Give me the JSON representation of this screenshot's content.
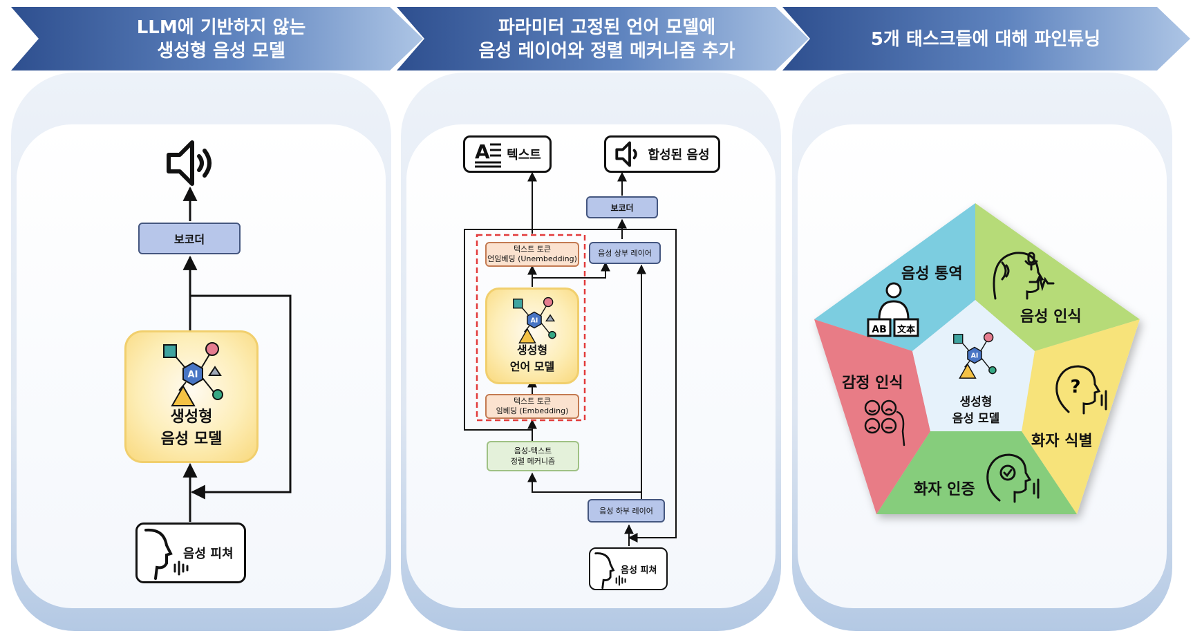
{
  "steps": [
    {
      "line1": "LLM에 기반하지 않는",
      "line2": "생성형 음성 모델"
    },
    {
      "line1": "파라미터 고정된 언어 모델에",
      "line2": "음성 레이어와 정렬 메커니즘 추가"
    },
    {
      "line1": "5개 태스크들에 대해 파인튜닝",
      "line2": ""
    }
  ],
  "panel1": {
    "vocoder": "보코더",
    "model_line1": "생성형",
    "model_line2": "음성 모델",
    "input": "음성 피쳐"
  },
  "panel2": {
    "text_output": "텍스트",
    "speech_output": "합성된 음성",
    "vocoder": "보코더",
    "unembed_line1": "텍스트 토큰",
    "unembed_line2": "언임베딩 (Unembedding)",
    "upper_layer": "음성 상부 레이어",
    "llm_line1": "생성형",
    "llm_line2": "언어 모델",
    "embed_line1": "텍스트 토큰",
    "embed_line2": "임베딩 (Embedding)",
    "align_line1": "음성-텍스트",
    "align_line2": "정렬 메커니즘",
    "lower_layer": "음성 하부 레이어",
    "input": "음성 피쳐",
    "text_icon_letter": "A"
  },
  "panel3": {
    "center_line1": "생성형",
    "center_line2": "음성 모델",
    "tasks": [
      {
        "label": "음성 통역",
        "color": "#7ccde0"
      },
      {
        "label": "음성 인식",
        "color": "#b6db78"
      },
      {
        "label": "화자 식별",
        "color": "#f7e37a"
      },
      {
        "label": "화자 인증",
        "color": "#86cd7c"
      },
      {
        "label": "감정 인식",
        "color": "#e87c86"
      }
    ],
    "translate_icon_left": "AB",
    "translate_icon_right": "文本",
    "question_mark": "?"
  },
  "ai_badge": "AI",
  "colors": {
    "chevron_dark": "#35589a",
    "chevron_light": "#a9c2e3",
    "dashed_red": "#e23b3b"
  }
}
